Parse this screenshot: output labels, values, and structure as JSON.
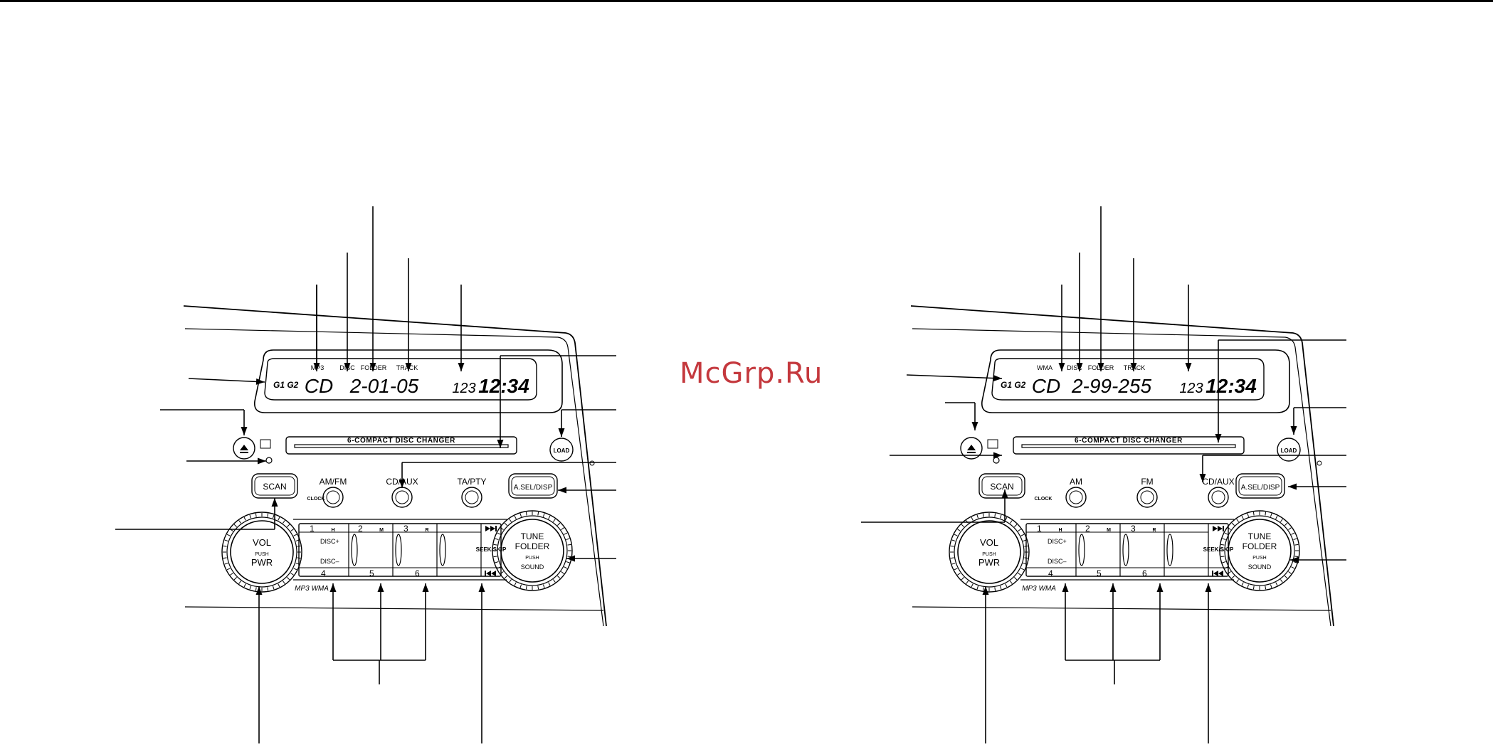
{
  "watermark": "McGrp.Ru",
  "colors": {
    "ink": "#000000",
    "watermark": "#c4383d",
    "panel_fill": "#ffffff"
  },
  "units": [
    {
      "id": "left",
      "display": {
        "source": "CD",
        "main": "2-01-05",
        "mode_label": "MP3",
        "disc_label": "DISC",
        "folder_label": "FOLDER",
        "track_label": "TRACK",
        "time_main": "12:34",
        "counter": "123",
        "disc_marks": "G1 G2"
      },
      "slot_label": "6-COMPACT DISC CHANGER",
      "buttons": {
        "eject": "eject-icon",
        "load": "LOAD",
        "scan": "SCAN",
        "band": [
          "AM/FM"
        ],
        "cd_aux": "CD/AUX",
        "ta_pty": "TA/PTY",
        "asel_disp": "A.SEL/DISP",
        "clock": "CLOCK"
      },
      "preset_top": [
        "1",
        "2",
        "3"
      ],
      "preset_top_tags": [
        "H",
        "M",
        "R"
      ],
      "preset_bottom": [
        "4",
        "5",
        "6"
      ],
      "disc_plus": "DISC+",
      "disc_minus": "DISC–",
      "seek_skip": "SEEK/SKIP",
      "vol_knob": [
        "VOL",
        "PUSH",
        "PWR"
      ],
      "tune_knob": [
        "TUNE",
        "FOLDER",
        "PUSH",
        "SOUND"
      ],
      "format_label": "MP3 WMA"
    },
    {
      "id": "right",
      "display": {
        "source": "CD",
        "main": "2-99-255",
        "mode_label": "WMA",
        "disc_label": "DISC",
        "folder_label": "FOLDER",
        "track_label": "TRACK",
        "time_main": "12:34",
        "counter": "123",
        "disc_marks": "G1 G2"
      },
      "slot_label": "6-COMPACT DISC CHANGER",
      "buttons": {
        "eject": "eject-icon",
        "load": "LOAD",
        "scan": "SCAN",
        "band": [
          "AM",
          "FM"
        ],
        "cd_aux": "CD/AUX",
        "ta_pty": "",
        "asel_disp": "A.SEL/DISP",
        "clock": "CLOCK"
      },
      "preset_top": [
        "1",
        "2",
        "3"
      ],
      "preset_top_tags": [
        "H",
        "M",
        "R"
      ],
      "preset_bottom": [
        "4",
        "5",
        "6"
      ],
      "disc_plus": "DISC+",
      "disc_minus": "DISC–",
      "seek_skip": "SEEK/SKIP",
      "vol_knob": [
        "VOL",
        "PUSH",
        "PWR"
      ],
      "tune_knob": [
        "TUNE",
        "FOLDER",
        "PUSH",
        "SOUND"
      ],
      "format_label": "MP3 WMA"
    }
  ]
}
